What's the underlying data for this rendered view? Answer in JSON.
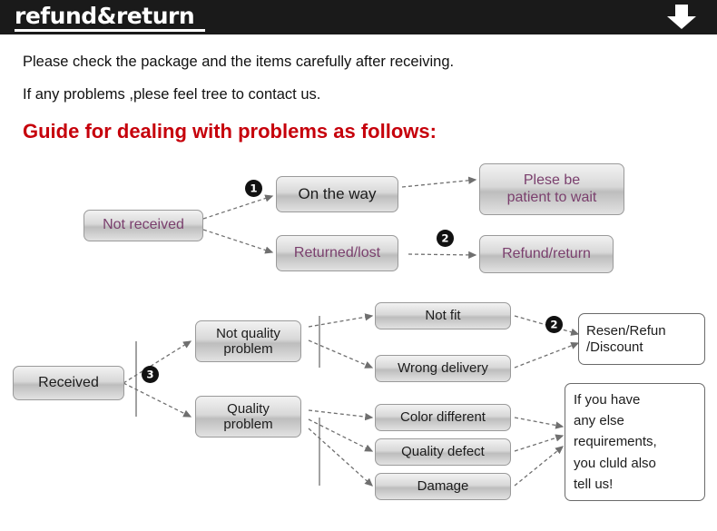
{
  "header": {
    "title": "refund&return",
    "arrow_icon": "arrow-down-icon"
  },
  "intro": {
    "line1": "Please check the package and the items carefully after receiving.",
    "line2": "If any problems ,plese feel tree to contact us.",
    "guide": "Guide for dealing with problems as follows:"
  },
  "bullets": {
    "one": "❶",
    "two": "❷",
    "three": "❸"
  },
  "flow1": {
    "start": "Not received",
    "branch_a": "On the way",
    "branch_b": "Returned/lost",
    "result_a": "Plese be patient to wait",
    "result_a_l1": "Plese be",
    "result_a_l2": "patient to wait",
    "result_b": "Refund/return"
  },
  "flow2": {
    "start": "Received",
    "branch_a_l1": "Not quality",
    "branch_a_l2": "problem",
    "branch_b_l1": "Quality",
    "branch_b_l2": "problem",
    "items": [
      "Not fit",
      "Wrong delivery",
      "Color different",
      "Quality defect",
      "Damage"
    ],
    "result_a_l1": "Resen/Refun",
    "result_a_l2": "/Discount",
    "note_l1": "If you have",
    "note_l2": "any else",
    "note_l3": "requirements,",
    "note_l4": "you cluld also",
    "note_l5": "tell us!"
  },
  "colors": {
    "header_bg": "#1a1a1a",
    "guide_red": "#c6000b",
    "box_text_purple": "#7a3f6d"
  }
}
